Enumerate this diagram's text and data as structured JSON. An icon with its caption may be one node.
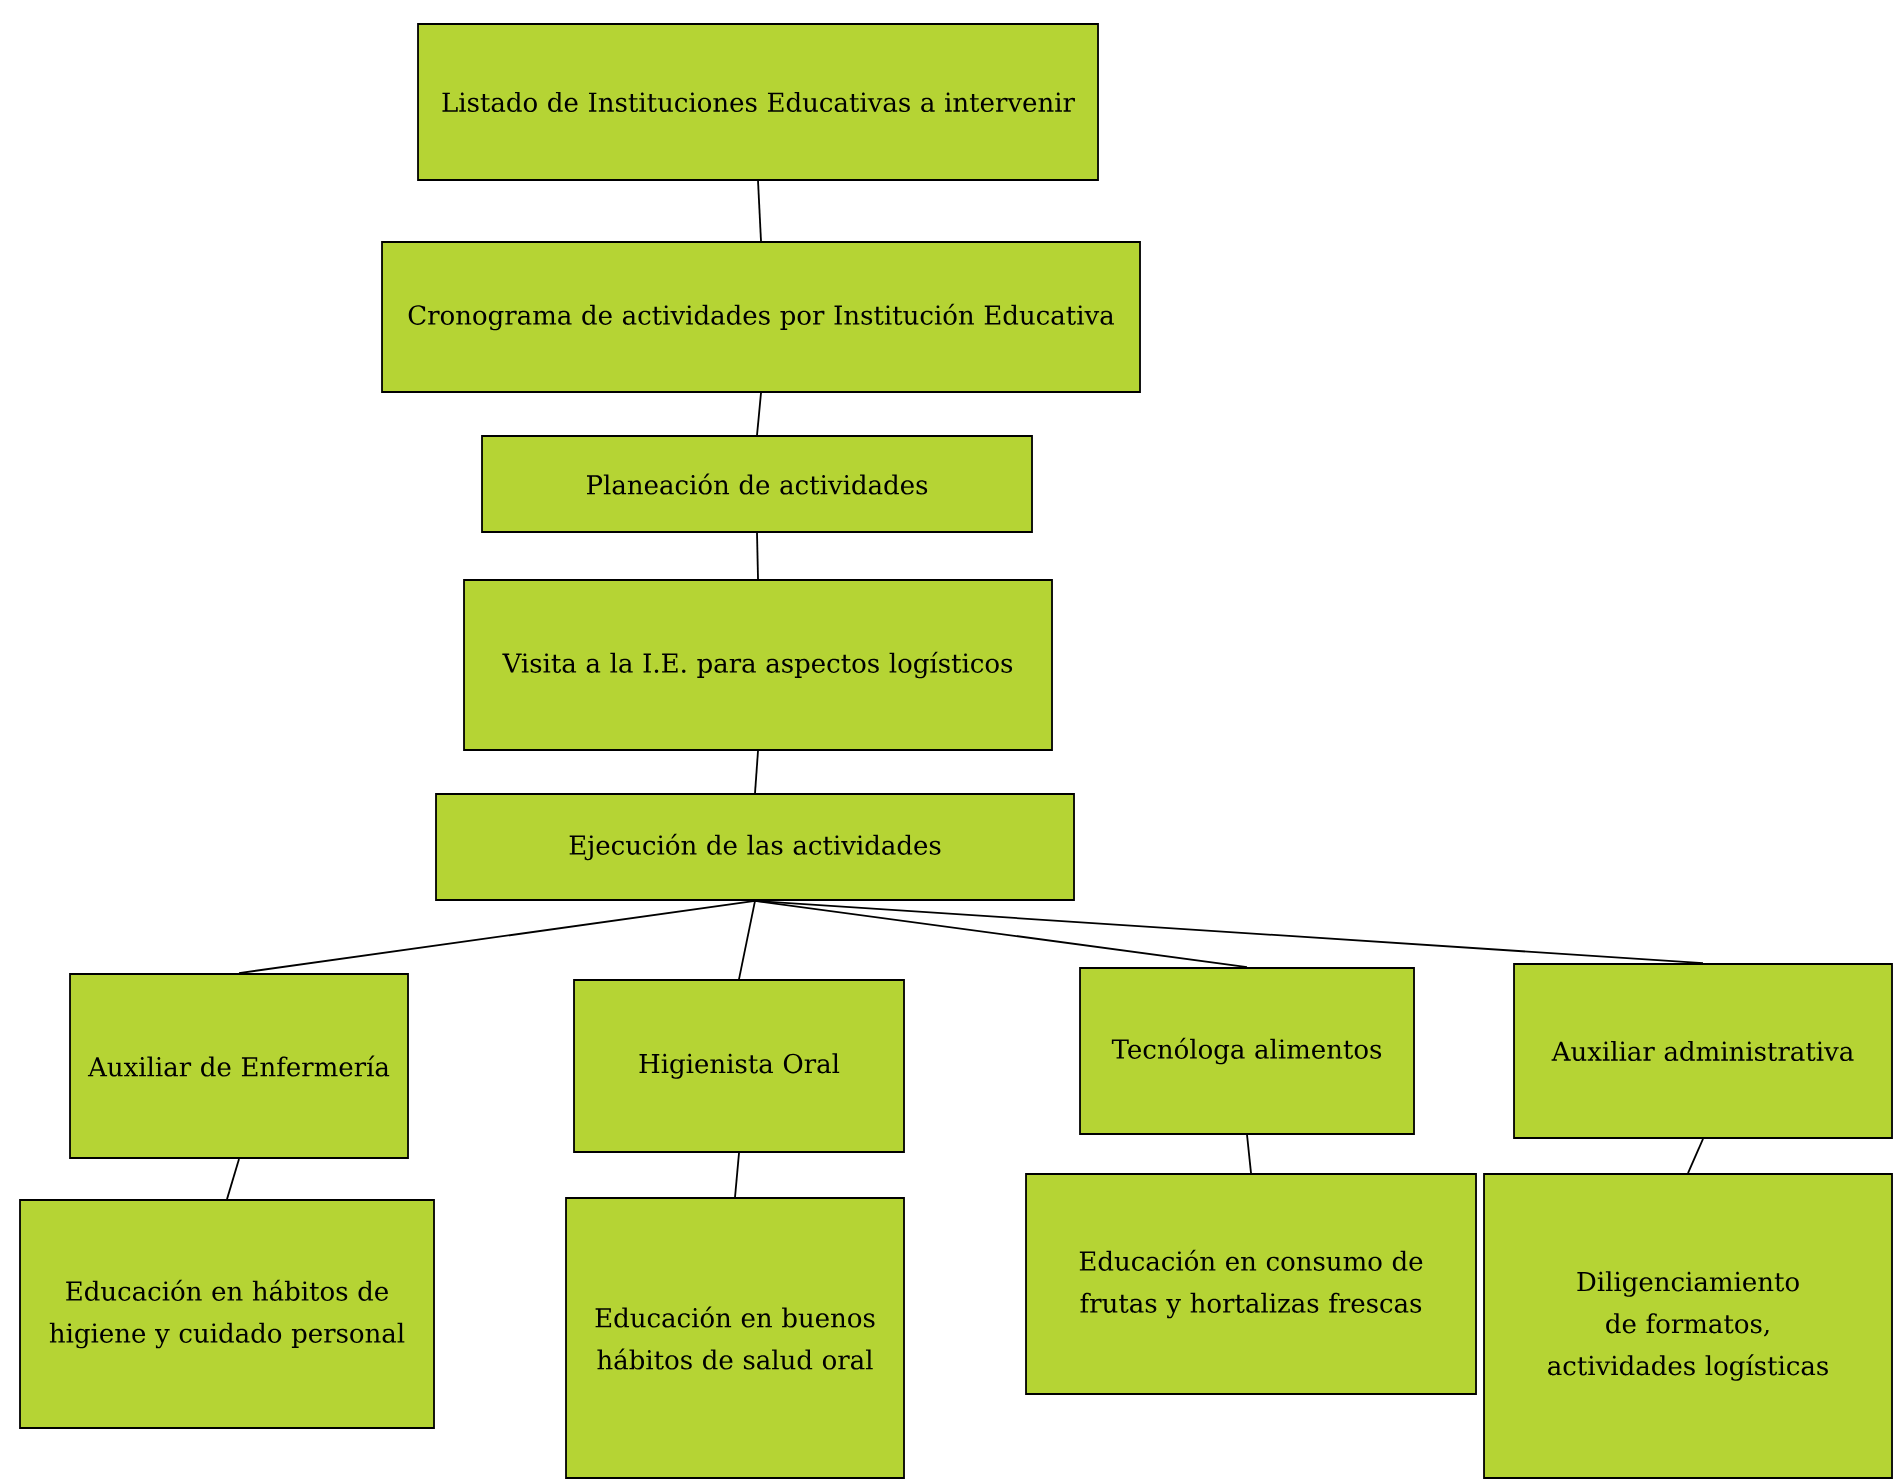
{
  "diagram": {
    "nodes": [
      {
        "text": [
          "Listado de Instituciones Educativas a intervenir"
        ]
      },
      {
        "text": [
          "Cronograma de actividades por Institución Educativa"
        ]
      },
      {
        "text": [
          "Planeación de actividades"
        ]
      },
      {
        "text": [
          "Visita a la I.E. para aspectos logísticos"
        ]
      },
      {
        "text": [
          "Ejecución de las actividades"
        ]
      },
      {
        "text": [
          "Auxiliar de Enfermería"
        ]
      },
      {
        "text": [
          "Higienista Oral"
        ]
      },
      {
        "text": [
          "Tecnóloga alimentos"
        ]
      },
      {
        "text": [
          "Auxiliar administrativa"
        ]
      },
      {
        "text": [
          "Educación en hábitos de higiene y cuidado personal"
        ]
      },
      {
        "text": [
          "Educación en buenos hábitos de salud oral"
        ]
      },
      {
        "text": [
          "Educación en consumo de frutas y hortalizas frescas"
        ]
      },
      {
        "text": [
          "Diligenciamiento de formatos, actividades logísticas"
        ]
      }
    ],
    "edges": [
      {
        "from": 0,
        "to": 1,
        "arrow": "none"
      },
      {
        "from": 1,
        "to": 2,
        "arrow": "none"
      },
      {
        "from": 2,
        "to": 3,
        "arrow": "none"
      },
      {
        "from": 3,
        "to": 4,
        "arrow": "none"
      },
      {
        "from": 4,
        "to": 5,
        "arrow": "none"
      },
      {
        "from": 4,
        "to": 6,
        "arrow": "none"
      },
      {
        "from": 4,
        "to": 7,
        "arrow": "none"
      },
      {
        "from": 4,
        "to": 8,
        "arrow": "none"
      },
      {
        "from": 5,
        "to": 9,
        "arrow": "none"
      },
      {
        "from": 6,
        "to": 10,
        "arrow": "none"
      },
      {
        "from": 7,
        "to": 11,
        "arrow": "none"
      },
      {
        "from": 8,
        "to": 12,
        "arrow": "none"
      }
    ]
  }
}
